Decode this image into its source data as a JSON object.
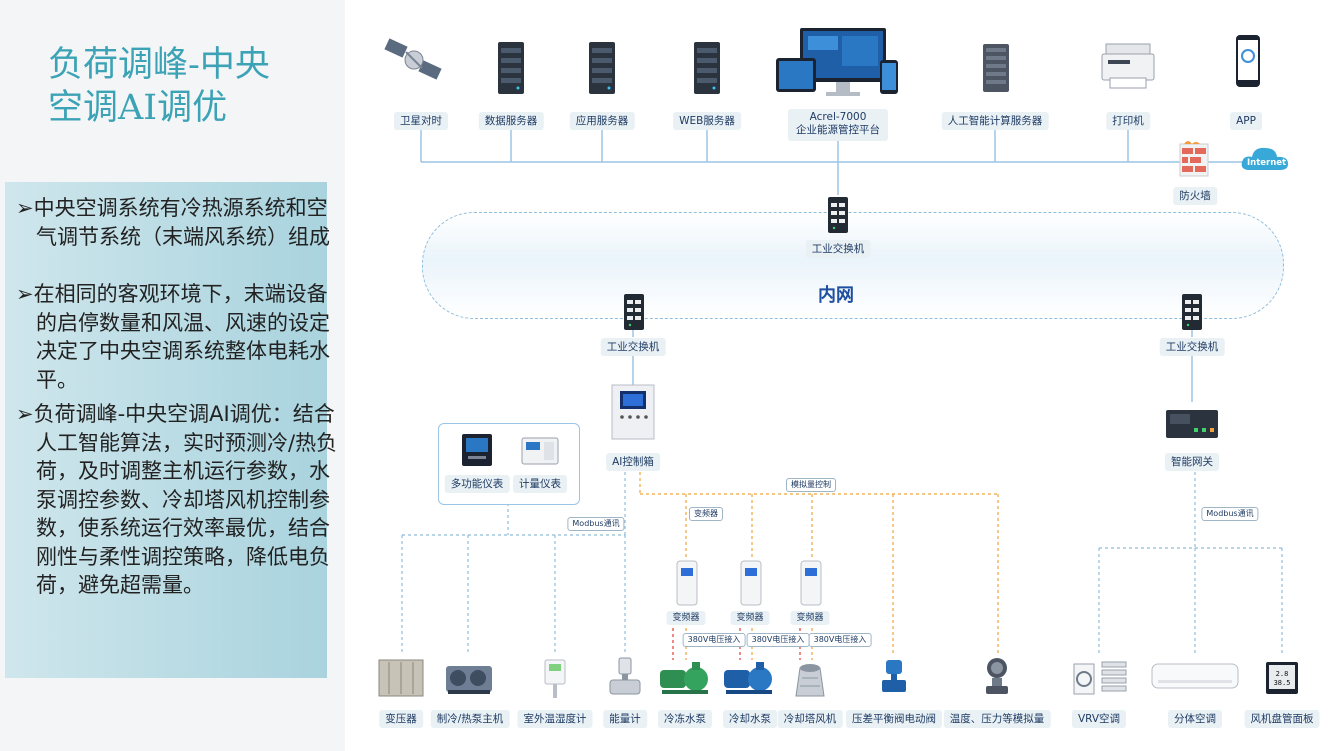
{
  "slide": {
    "title_line1": "负荷调峰-中央",
    "title_line2": "空调AI调优",
    "bullets": [
      "➢中央空调系统有冷热源系统和空气调节系统（末端风系统）组成",
      "➢在相同的客观环境下，末端设备的启停数量和风温、风速的设定决定了中央空调系统整体电耗水平。",
      "➢负荷调峰-中央空调AI调优：结合人工智能算法，实时预测冷/热负荷，及时调整主机运行参数，水泵调控参数、冷却塔风机控制参数，使系统运行效率最优，结合刚性与柔性调控策略，降低电负荷，避免超需量。"
    ]
  },
  "diagram": {
    "top_row": {
      "satellite": "卫星对时",
      "data_server": "数据服务器",
      "app_server": "应用服务器",
      "web_server": "WEB服务器",
      "platform_line1": "Acrel-7000",
      "platform_line2": "企业能源管控平台",
      "ai_server": "人工智能计算服务器",
      "printer": "打印机",
      "app": "APP"
    },
    "internet": "Internet",
    "firewall": "防火墙",
    "switch_label": "工业交换机",
    "inner_net": "内网",
    "ai_box": "AI控制箱",
    "multi_meter": "多功能仪表",
    "energy_meter": "计量仪表",
    "gateway": "智能网关",
    "tags": {
      "modbus": "Modbus通讯",
      "analog": "模拟量控制",
      "inverter": "变频器",
      "voltage": "380V电压接入"
    },
    "bottom_row": {
      "transformer": "变压器",
      "chiller": "制冷/热泵主机",
      "thermometer": "室外温湿度计",
      "flowmeter": "能量计",
      "chilled_pump": "冷冻水泵",
      "cooling_pump": "冷却水泵",
      "tower_fan": "冷却塔风机",
      "valve": "压差平衡阀电动阀",
      "sensors": "温度、压力等模拟量",
      "vrv": "VRV空调",
      "split_ac": "分体空调",
      "fan_panel": "风机盘管面板"
    },
    "lcd_text": "2.8 38.5",
    "colors": {
      "title": "#3ba3b5",
      "panel": "#a9d3de",
      "solid_line": "#9cc4e4",
      "dashed_blue": "#8fbddc",
      "dashed_orange": "#f0a33c",
      "label_text": "#1f3b63"
    }
  }
}
